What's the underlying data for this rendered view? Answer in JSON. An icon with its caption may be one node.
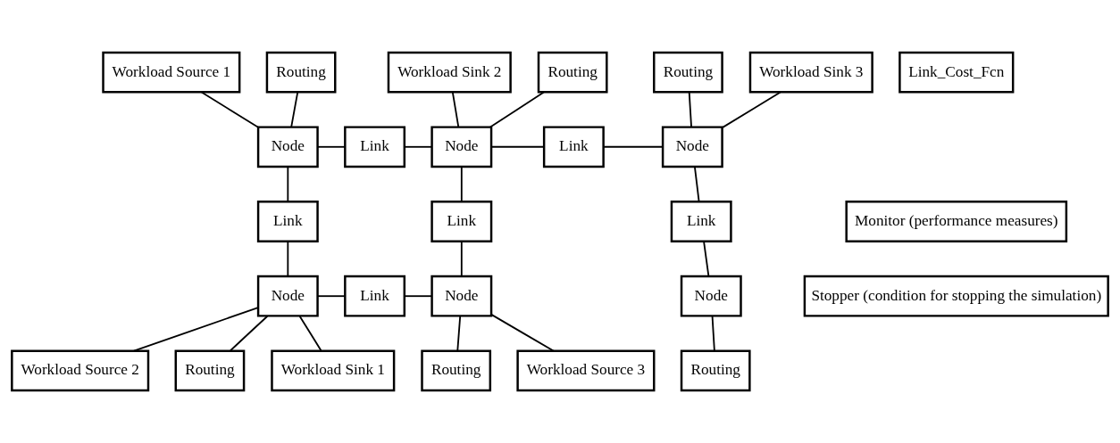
{
  "diagram": {
    "nodes": [
      {
        "text": [
          "Workload Source 1"
        ]
      },
      {
        "text": [
          "Routing"
        ]
      },
      {
        "text": [
          "Node"
        ]
      },
      {
        "text": [
          "Link"
        ]
      },
      {
        "text": [
          "Workload Sink 2"
        ]
      },
      {
        "text": [
          "Routing"
        ]
      },
      {
        "text": [
          "Node"
        ]
      },
      {
        "text": [
          "Link"
        ]
      },
      {
        "text": [
          "Routing"
        ]
      },
      {
        "text": [
          "Workload Sink 3"
        ]
      },
      {
        "text": [
          "Node"
        ]
      },
      {
        "text": [
          "Link_Cost_Fcn"
        ]
      },
      {
        "text": [
          "Link"
        ]
      },
      {
        "text": [
          "Link"
        ]
      },
      {
        "text": [
          "Link"
        ]
      },
      {
        "text": [
          "Monitor (performance measures)"
        ]
      },
      {
        "text": [
          "Link"
        ]
      },
      {
        "text": [
          "Node"
        ]
      },
      {
        "text": [
          "Node"
        ]
      },
      {
        "text": [
          "Stopper (condition for stopping the simulation)"
        ]
      },
      {
        "text": [
          "Node"
        ]
      },
      {
        "text": [
          "Workload Source 2"
        ]
      },
      {
        "text": [
          "Routing"
        ]
      },
      {
        "text": [
          "Routing"
        ]
      },
      {
        "text": [
          "Workload Source 3"
        ]
      },
      {
        "text": [
          "Routing"
        ]
      },
      {
        "text": [
          "Workload Sink 1"
        ]
      }
    ],
    "edges": [
      {
        "from": 0,
        "to": 2,
        "arrow": "none"
      },
      {
        "from": 1,
        "to": 2,
        "arrow": "none"
      },
      {
        "from": 2,
        "to": 3,
        "arrow": "none"
      },
      {
        "from": 3,
        "to": 6,
        "arrow": "none"
      },
      {
        "from": 4,
        "to": 6,
        "arrow": "none"
      },
      {
        "from": 5,
        "to": 6,
        "arrow": "none"
      },
      {
        "from": 6,
        "to": 7,
        "arrow": "none"
      },
      {
        "from": 7,
        "to": 10,
        "arrow": "none"
      },
      {
        "from": 8,
        "to": 10,
        "arrow": "none"
      },
      {
        "from": 9,
        "to": 10,
        "arrow": "none"
      },
      {
        "from": 2,
        "to": 12,
        "arrow": "none"
      },
      {
        "from": 12,
        "to": 17,
        "arrow": "none"
      },
      {
        "from": 6,
        "to": 13,
        "arrow": "none"
      },
      {
        "from": 13,
        "to": 18,
        "arrow": "none"
      },
      {
        "from": 10,
        "to": 14,
        "arrow": "none"
      },
      {
        "from": 14,
        "to": 20,
        "arrow": "none"
      },
      {
        "from": 17,
        "to": 16,
        "arrow": "none"
      },
      {
        "from": 16,
        "to": 18,
        "arrow": "none"
      },
      {
        "from": 17,
        "to": 21,
        "arrow": "none"
      },
      {
        "from": 17,
        "to": 22,
        "arrow": "none"
      },
      {
        "from": 17,
        "to": 26,
        "arrow": "none"
      },
      {
        "from": 18,
        "to": 23,
        "arrow": "none"
      },
      {
        "from": 18,
        "to": 24,
        "arrow": "none"
      },
      {
        "from": 20,
        "to": 25,
        "arrow": "none"
      }
    ]
  }
}
